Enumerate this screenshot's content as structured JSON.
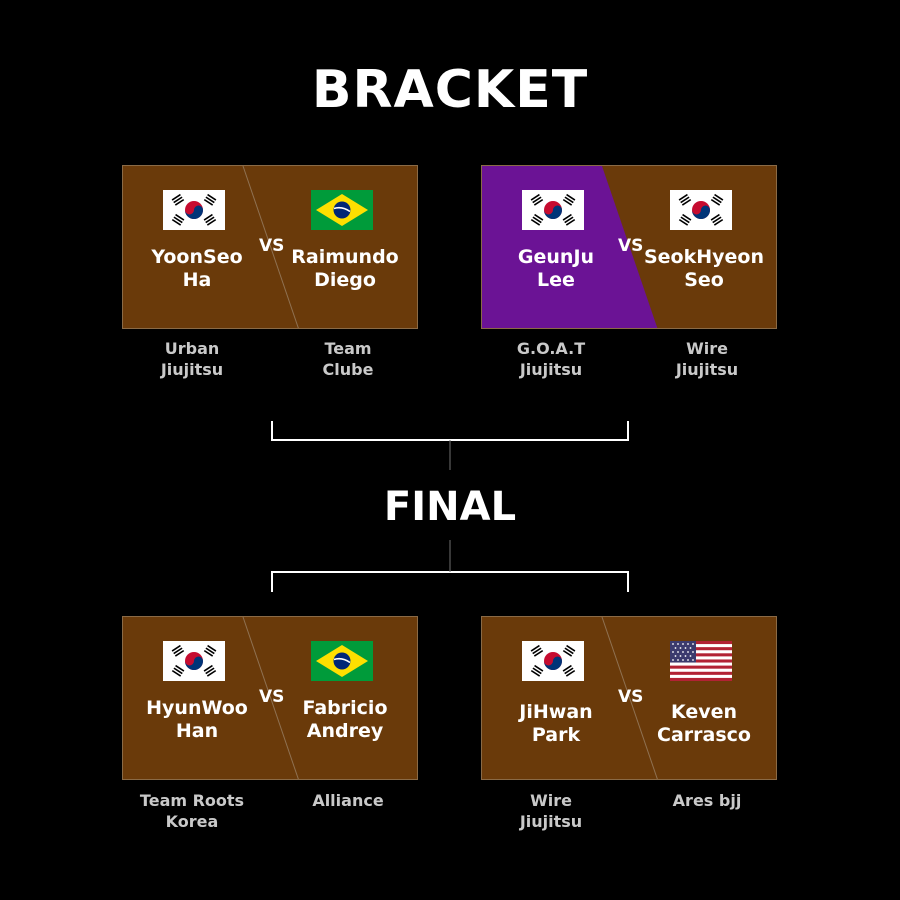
{
  "titles": {
    "bracket": "BRACKET",
    "final": "FINAL"
  },
  "colors": {
    "background": "#000000",
    "card": "#6a3a0a",
    "winner_highlight": "#6b1395",
    "team_text": "#c9c9c9"
  },
  "matches": [
    {
      "left": {
        "name": "YoonSeo\nHa",
        "flag": "south-korea-flag",
        "team": "Urban\nJiujitsu"
      },
      "vs": "VS",
      "right": {
        "name": "Raimundo\nDiego",
        "flag": "brazil-flag",
        "team": "Team\nClube"
      }
    },
    {
      "left": {
        "name": "GeunJu\nLee",
        "flag": "south-korea-flag",
        "team": "G.O.A.T\nJiujitsu"
      },
      "vs": "VS",
      "right": {
        "name": "SeokHyeon\nSeo",
        "flag": "south-korea-flag",
        "team": "Wire\nJiujitsu"
      }
    },
    {
      "left": {
        "name": "HyunWoo\nHan",
        "flag": "south-korea-flag",
        "team": "Team Roots\nKorea"
      },
      "vs": "VS",
      "right": {
        "name": "Fabricio\nAndrey",
        "flag": "brazil-flag",
        "team": "Alliance"
      }
    },
    {
      "left": {
        "name": "JiHwan\nPark",
        "flag": "south-korea-flag",
        "team": "Wire\nJiujitsu"
      },
      "vs": "VS",
      "right": {
        "name": "Keven\nCarrasco",
        "flag": "usa-flag",
        "team": "Ares bjj"
      }
    }
  ]
}
